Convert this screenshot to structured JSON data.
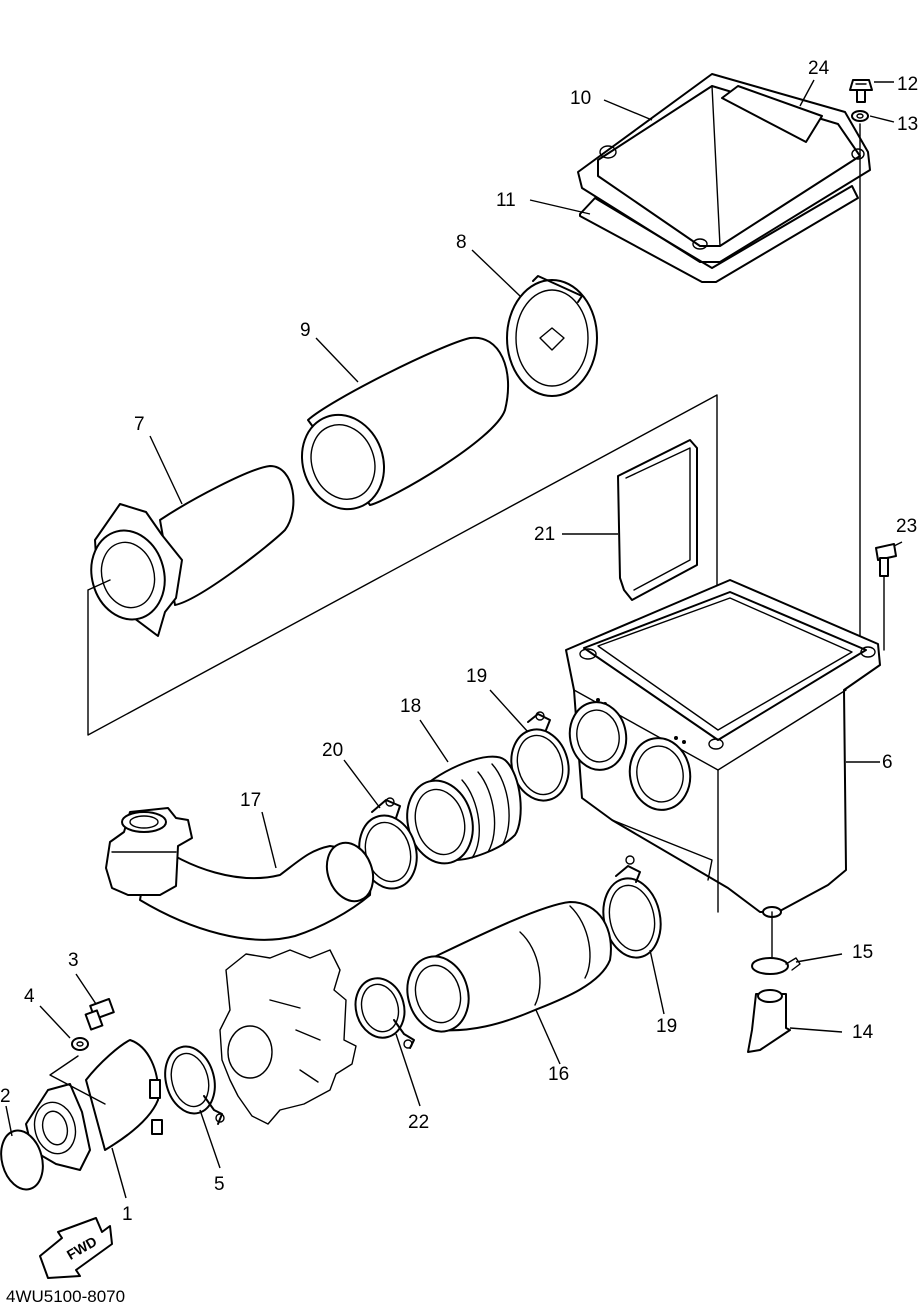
{
  "diagram": {
    "code": "4WU5100-8070",
    "fwd_label": "FWD",
    "callouts": {
      "p1": "1",
      "p2": "2",
      "p3": "3",
      "p4": "4",
      "p5": "5",
      "p6": "6",
      "p7": "7",
      "p8": "8",
      "p9": "9",
      "p10": "10",
      "p11": "11",
      "p12": "12",
      "p13": "13",
      "p14": "14",
      "p15": "15",
      "p16": "16",
      "p17": "17",
      "p18": "18",
      "p19a": "19",
      "p19b": "19",
      "p20": "20",
      "p21": "21",
      "p22": "22",
      "p23": "23",
      "p24": "24"
    }
  }
}
